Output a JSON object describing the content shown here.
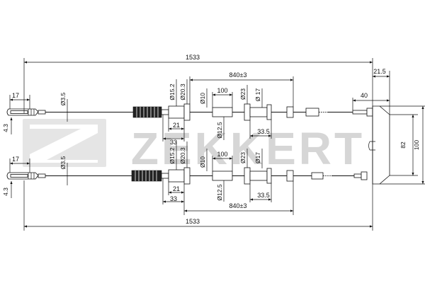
{
  "logo": {
    "text": "ZEKKERT",
    "color": "#cfcfcf"
  },
  "colors": {
    "line": "#111111",
    "background": "#ffffff"
  },
  "dimensions": {
    "overall_top": "1533",
    "overall_bottom": "1533",
    "mid_top": "840±3",
    "mid_bottom": "840±3",
    "right_offset": "21.5",
    "bracket_width": "40",
    "bracket_height_inner": "82",
    "bracket_height_outer": "100",
    "eye_len_top": "17",
    "eye_len_bottom": "17",
    "eye_w_top": "4.3",
    "eye_w_bottom": "4.3",
    "cable_dia_top": "Ø3.5",
    "cable_dia_bottom": "Ø3.5",
    "top_d152": "Ø15.2",
    "top_d203": "Ø20.3",
    "top_d10": "Ø10",
    "top_100": "100",
    "top_d23": "Ø23",
    "top_d17": "Ø 17",
    "top_21": "21",
    "top_33": "33",
    "top_d125": "Ø12.5",
    "top_335": "33.5",
    "bot_d152": "Ø15.2",
    "bot_d203": "Ø20.3",
    "bot_d10": "Ø10",
    "bot_100": "100",
    "bot_d23": "Ø23",
    "bot_d17": "Ø17",
    "bot_21": "21",
    "bot_33": "33",
    "bot_d125": "Ø12.5",
    "bot_335": "33.5"
  }
}
